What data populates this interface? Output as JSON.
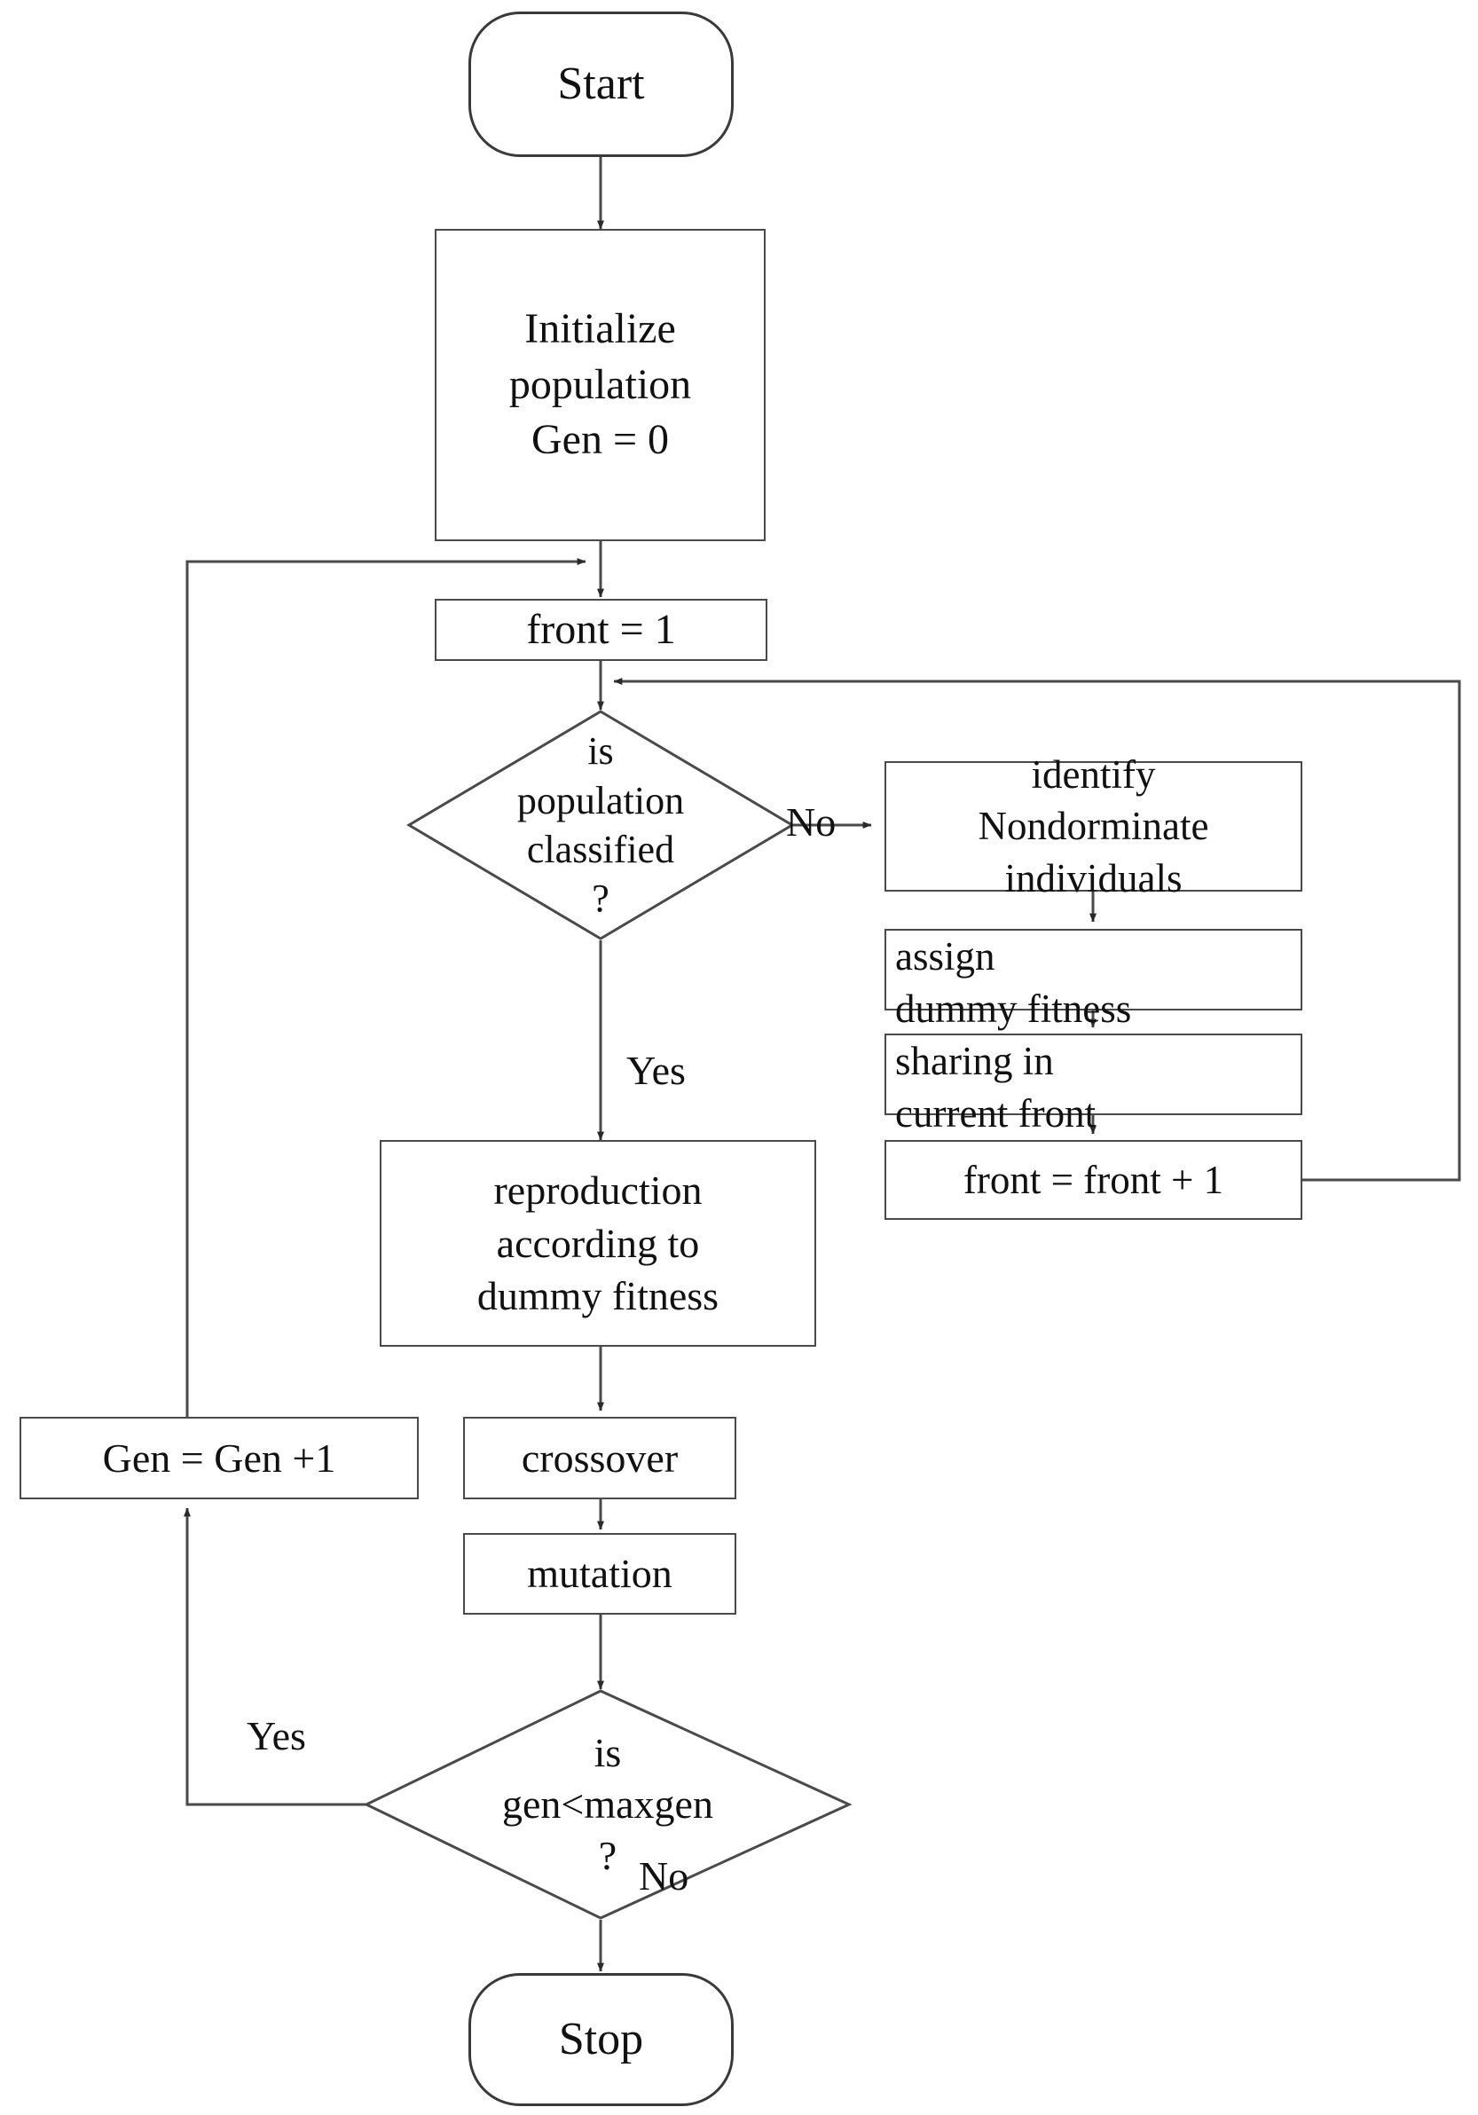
{
  "diagram": {
    "type": "flowchart",
    "title": "NSGA multi-objective genetic algorithm flowchart",
    "stroke_color": "#4a4a4a",
    "text_color": "#111111",
    "background_color": "#ffffff"
  },
  "nodes": {
    "start": {
      "label": "Start",
      "shape": "terminator"
    },
    "initialize": {
      "line1": "Initialize",
      "line2": "population",
      "line3": "Gen = 0",
      "shape": "process"
    },
    "front_init": {
      "label": "front = 1",
      "shape": "process"
    },
    "decision_classified": {
      "line1": "is",
      "line2": "population",
      "line3": "classified",
      "line4": "?",
      "shape": "decision"
    },
    "identify": {
      "line1": "identify",
      "line2": "Nondorminate",
      "line3": "individuals",
      "shape": "process"
    },
    "assign_fitness": {
      "line1": "assign",
      "line2": "dummy  fitness",
      "shape": "process"
    },
    "sharing": {
      "line1": "sharing in",
      "line2": "current front",
      "shape": "process"
    },
    "front_increment": {
      "label": "front = front + 1",
      "shape": "process"
    },
    "reproduction": {
      "line1": "reproduction",
      "line2": "according to",
      "line3": "dummy fitness",
      "shape": "process"
    },
    "gen_increment": {
      "label": "Gen = Gen  +1",
      "shape": "process"
    },
    "crossover": {
      "label": "crossover",
      "shape": "process"
    },
    "mutation": {
      "label": "mutation",
      "shape": "process"
    },
    "decision_maxgen": {
      "line1": "is",
      "line2": "gen<maxgen",
      "line3": "?",
      "shape": "decision"
    },
    "stop": {
      "label": "Stop",
      "shape": "terminator"
    }
  },
  "edge_labels": {
    "classified_no": "No",
    "classified_yes": "Yes",
    "maxgen_yes": "Yes",
    "maxgen_no": "No"
  }
}
